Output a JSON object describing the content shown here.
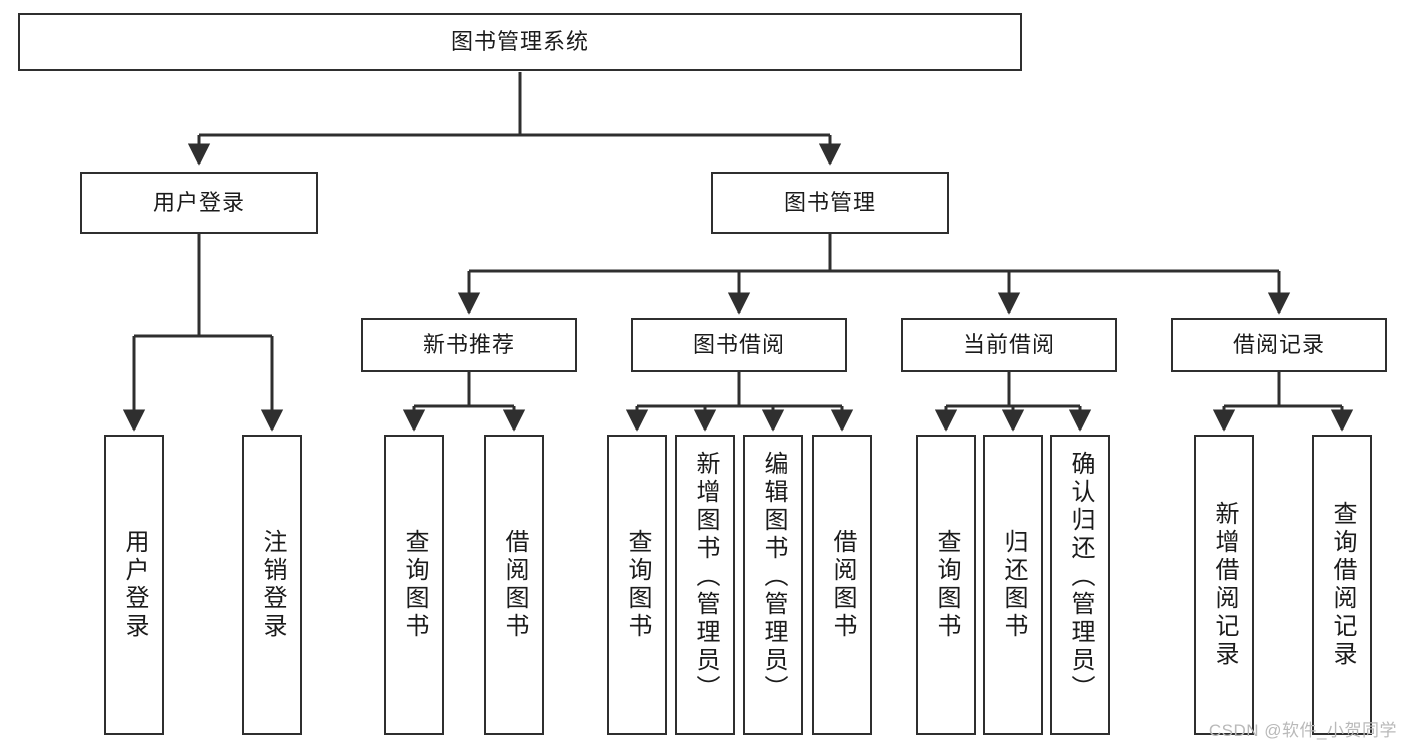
{
  "diagram": {
    "title_node": {
      "id": "root",
      "label": "图书管理系统"
    },
    "level2": [
      {
        "id": "user-login",
        "label": "用户登录"
      },
      {
        "id": "book-manage",
        "label": "图书管理"
      }
    ],
    "level3": [
      {
        "id": "new-book-recommend",
        "label": "新书推荐"
      },
      {
        "id": "book-borrow",
        "label": "图书借阅"
      },
      {
        "id": "current-borrow",
        "label": "当前借阅"
      },
      {
        "id": "borrow-record",
        "label": "借阅记录"
      }
    ],
    "leaves": {
      "user_login": [
        {
          "id": "leaf-user-login",
          "label": "用户登录"
        },
        {
          "id": "leaf-logout-login",
          "label": "注销登录"
        }
      ],
      "new_book_recommend": [
        {
          "id": "leaf-query-book-1",
          "label": "查询图书"
        },
        {
          "id": "leaf-borrow-book-1",
          "label": "借阅图书"
        }
      ],
      "book_borrow": [
        {
          "id": "leaf-query-book-2",
          "label": "查询图书"
        },
        {
          "id": "leaf-add-book",
          "label": "新增图书（管理员）"
        },
        {
          "id": "leaf-edit-book",
          "label": "编辑图书（管理员）"
        },
        {
          "id": "leaf-borrow-book-2",
          "label": "借阅图书"
        }
      ],
      "current_borrow": [
        {
          "id": "leaf-query-book-3",
          "label": "查询图书"
        },
        {
          "id": "leaf-return-book",
          "label": "归还图书"
        },
        {
          "id": "leaf-confirm-return",
          "label": "确认归还（管理员）"
        }
      ],
      "borrow_record": [
        {
          "id": "leaf-add-record",
          "label": "新增借阅记录"
        },
        {
          "id": "leaf-query-record",
          "label": "查询借阅记录"
        }
      ]
    }
  },
  "watermark": {
    "text": "CSDN @软件_小贺同学"
  },
  "colors": {
    "border": "#2f2f2f",
    "background": "#ffffff",
    "text": "#1b1b1b",
    "watermark": "#b9b9b9"
  }
}
